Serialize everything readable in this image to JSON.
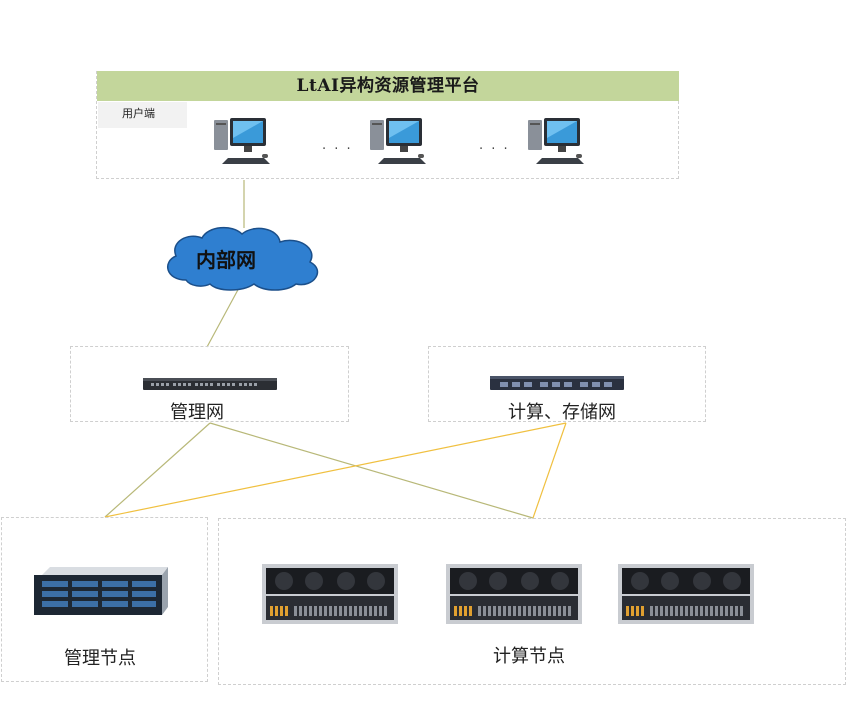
{
  "platform": {
    "title": "LtAI异构资源管理平台"
  },
  "user_zone": {
    "label": "用户端",
    "ellipsis": "· · ·"
  },
  "network": {
    "cloud_label": "内部网",
    "mgmt_switch_label": "管理网",
    "compute_switch_label": "计算、存储网"
  },
  "nodes": {
    "mgmt_label": "管理节点",
    "compute_label": "计算节点"
  },
  "colors": {
    "banner": "#c3d69b",
    "mgmt_link": "#b8b878",
    "compute_link": "#f0c040",
    "cloud": "#2f7fd0"
  }
}
